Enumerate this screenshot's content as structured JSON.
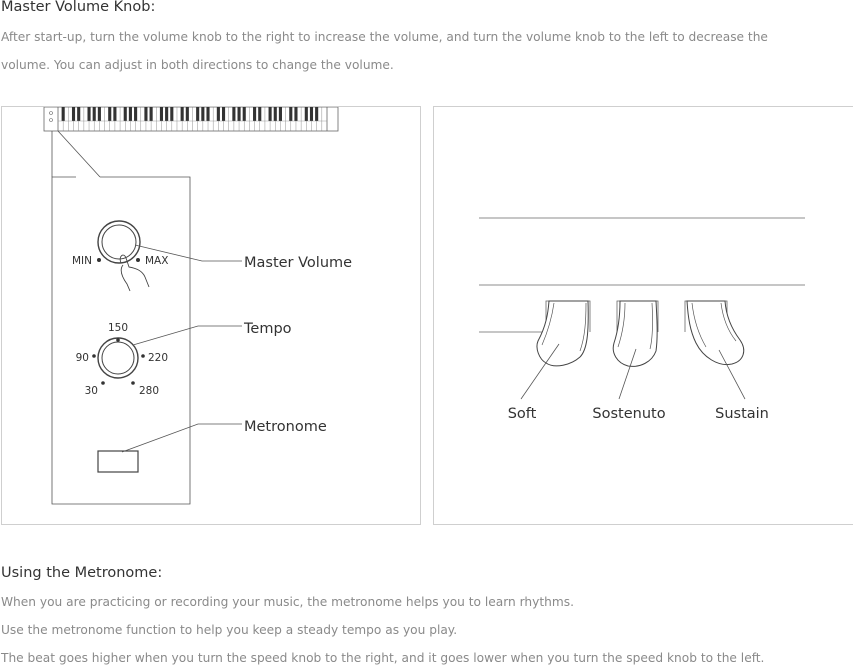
{
  "section1": {
    "title": "Master Volume Knob:",
    "paragraph_line1": "After start-up, turn the volume knob to the right to increase the volume, and turn the volume knob to the left to decrease the",
    "paragraph_line2": "volume. You can adjust in both directions to change the volume."
  },
  "left_diagram": {
    "volume_min": "MIN",
    "volume_max": "MAX",
    "master_volume_label": "Master Volume",
    "tempo_label": "Tempo",
    "tempo_ticks": {
      "t150": "150",
      "t90": "90",
      "t220": "220",
      "t30": "30",
      "t280": "280"
    },
    "metronome_label": "Metronome"
  },
  "right_diagram": {
    "pedal_soft": "Soft",
    "pedal_sostenuto": "Sostenuto",
    "pedal_sustain": "Sustain"
  },
  "section2": {
    "title": "Using the Metronome:",
    "line1": "When you are practicing or recording your music, the metronome helps you to learn rhythms.",
    "line2": "Use the metronome function to help you keep a steady tempo as you play.",
    "line3": "The beat goes higher when you turn the speed knob to the right, and it goes lower when you turn the speed knob to the left."
  }
}
